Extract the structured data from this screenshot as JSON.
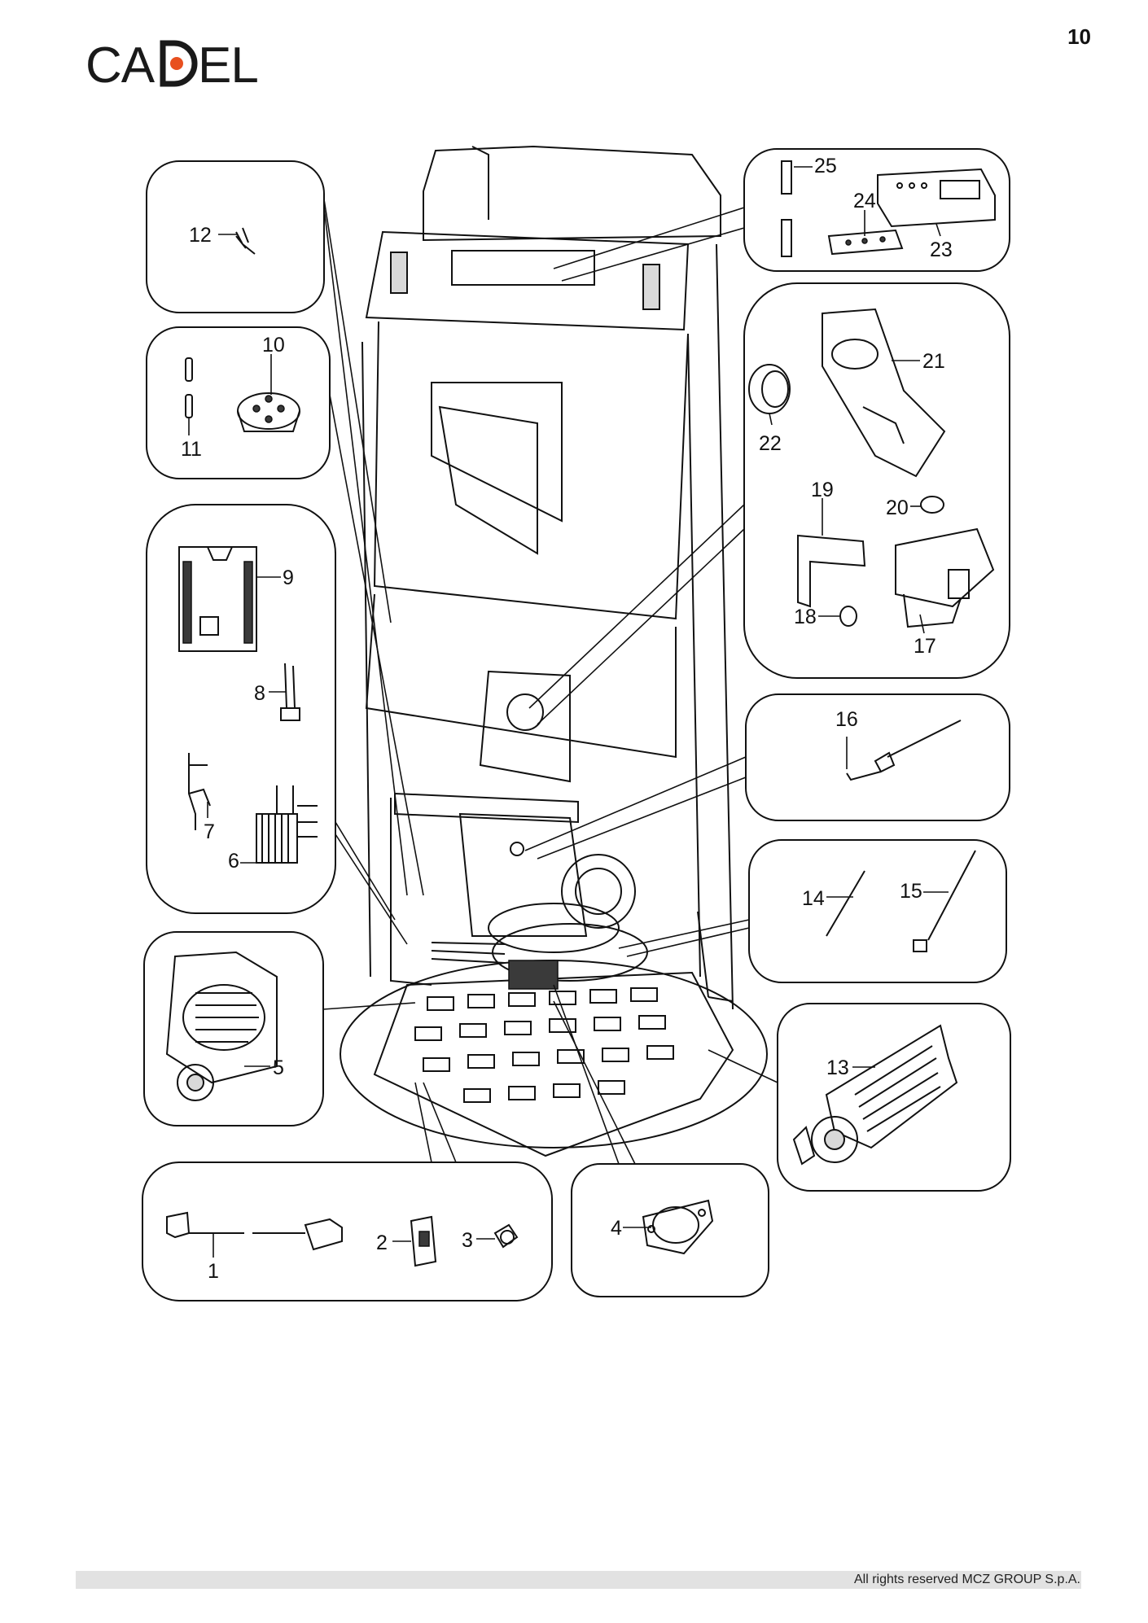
{
  "page": {
    "number": "10"
  },
  "brand": {
    "name_left": "CA",
    "name_right": "EL",
    "accent_color": "#e8501f"
  },
  "callouts": {
    "c1": "1",
    "c2": "2",
    "c3": "3",
    "c4": "4",
    "c5": "5",
    "c6": "6",
    "c7": "7",
    "c8": "8",
    "c9": "9",
    "c10": "10",
    "c11": "11",
    "c12": "12",
    "c13": "13",
    "c14": "14",
    "c15": "15",
    "c16": "16",
    "c17": "17",
    "c18": "18",
    "c19": "19",
    "c20": "20",
    "c21": "21",
    "c22": "22",
    "c23": "23",
    "c24": "24",
    "c25": "25"
  },
  "footer": {
    "copyright": "All rights reserved MCZ GROUP S.p.A."
  }
}
